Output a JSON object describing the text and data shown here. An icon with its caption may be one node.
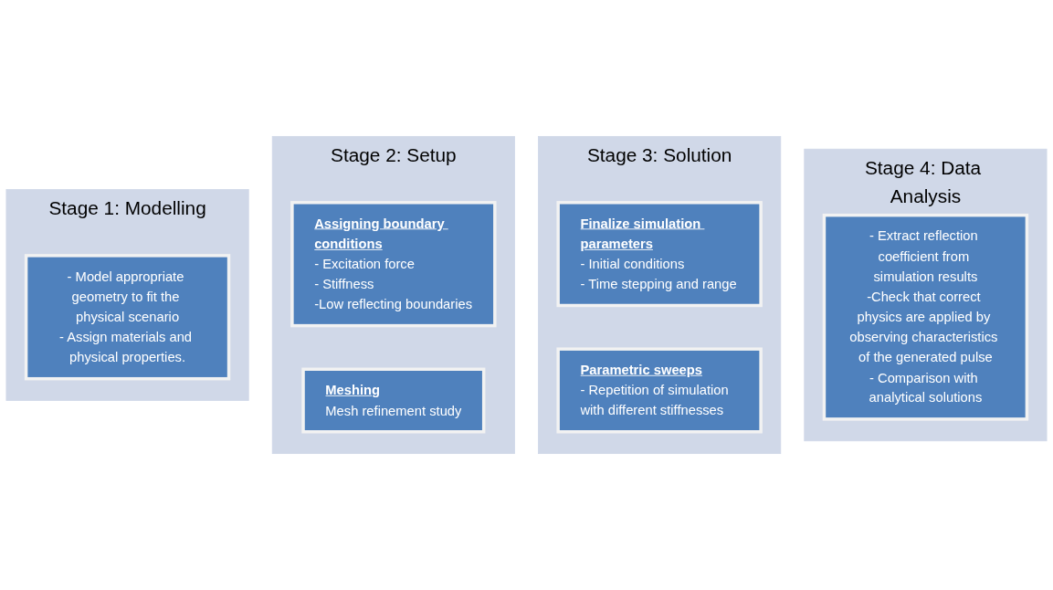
{
  "diagram": {
    "nodes": [
      {
        "text": [
          "Stage 1: Modelling"
        ]
      },
      {
        "text": [
          "- Model appropriate geometry to fit the physical scenario",
          "- Assign materials and physical properties."
        ],
        "in": 0
      },
      {
        "text": [
          "Stage 2: Setup"
        ]
      },
      {
        "text": [
          "Assigning boundary conditions",
          "- Excitation force",
          "- Stiffness",
          "-Low reflecting boundaries"
        ],
        "in": 2
      },
      {
        "text": [
          "Meshing",
          "Mesh refinement study"
        ],
        "in": 2
      },
      {
        "text": [
          "Stage 3: Solution"
        ]
      },
      {
        "text": [
          "Finalize simulation parameters",
          "- Initial conditions",
          "- Time stepping and range"
        ],
        "in": 5
      },
      {
        "text": [
          "Parametric sweeps",
          "- Repetition of simulation with different stiffnesses"
        ],
        "in": 5
      },
      {
        "text": [
          "Stage 4: Data Analysis"
        ]
      },
      {
        "text": [
          "- Extract reflection coefficient from simulation results",
          "-Check that correct physics are applied by observing characteristics of the generated pulse",
          "- Comparison with analytical solutions"
        ],
        "in": 8
      }
    ],
    "edges": []
  }
}
